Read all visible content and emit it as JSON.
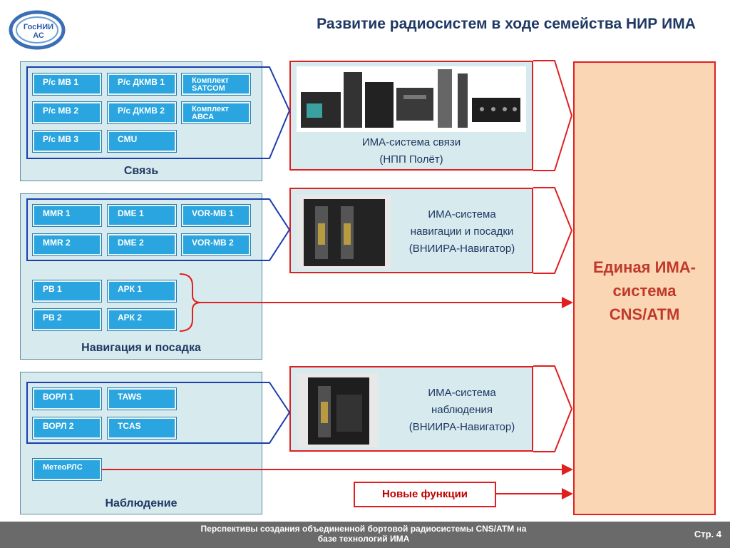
{
  "title": "Развитие радиосистем в ходе семейства НИР ИМА",
  "logo_text": "ГосНИИ АС",
  "panels": {
    "comm": {
      "label": "Связь",
      "modules": [
        "Р/с МВ 1",
        "Р/с ДКМВ 1",
        "Комплект SATCOM",
        "Р/с МВ 2",
        "Р/с ДКМВ 2",
        "Комплект АВСА",
        "Р/с МВ 3",
        "CMU"
      ]
    },
    "nav": {
      "label": "Навигация и посадка",
      "modules": [
        "MMR 1",
        "DME 1",
        "VOR-MB 1",
        "MMR 2",
        "DME 2",
        "VOR-MB 2",
        "РВ 1",
        "АРК 1",
        "РВ 2",
        "АРК 2"
      ]
    },
    "surv": {
      "label": "Наблюдение",
      "modules": [
        "ВОРЛ 1",
        "TAWS",
        "ВОРЛ 2",
        "TCAS",
        "МетеоРЛС"
      ]
    }
  },
  "systems": {
    "comm": {
      "line1": "ИМА-система связи",
      "line2": "(НПП Полёт)"
    },
    "nav": {
      "line1": "ИМА-система",
      "line2": "навигации и посадки",
      "line3": "(ВНИИРА-Навигатор)"
    },
    "surv": {
      "line1": "ИМА-система",
      "line2": "наблюдения",
      "line3": "(ВНИИРА-Навигатор)"
    }
  },
  "unified": {
    "line1": "Единая ИМА-",
    "line2": "система",
    "line3": "CNS/ATM"
  },
  "new_functions": "Новые функции",
  "footer": {
    "line1": "Перспективы создания объединенной бортовой радиосистемы CNS/ATM на",
    "line2": "базе технологий ИМА",
    "page": "Стр. 4"
  },
  "colors": {
    "module": "#2aa5df",
    "panel": "#d7eaed",
    "arrow": "#e02020",
    "outline": "#1a3fb0",
    "unified_fill": "#fbd6b5"
  }
}
